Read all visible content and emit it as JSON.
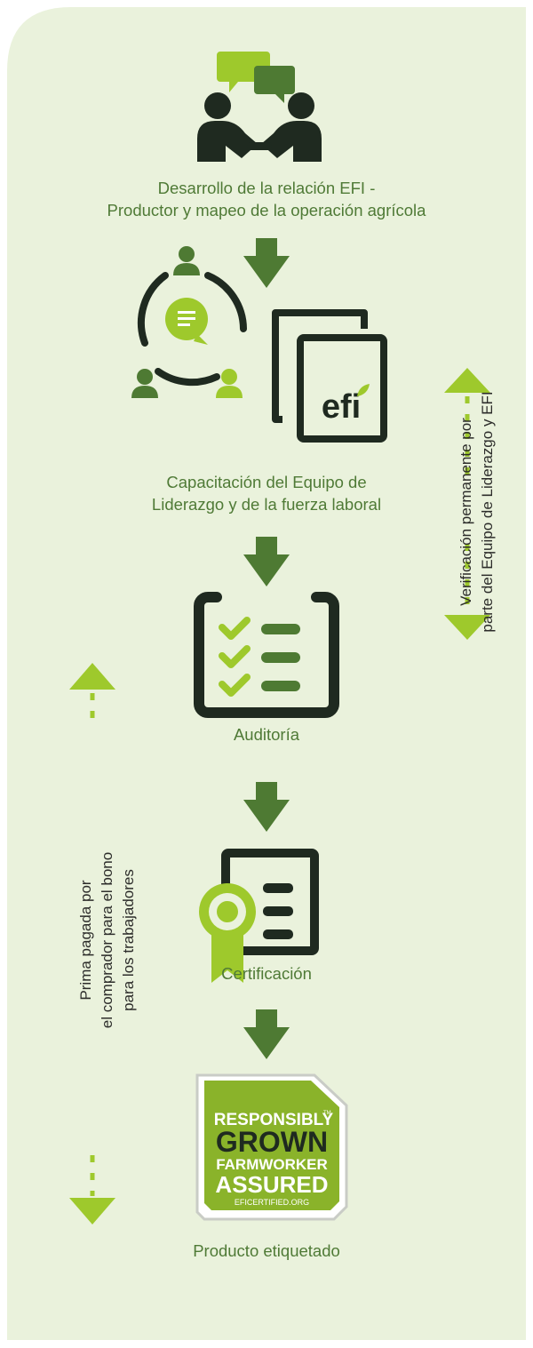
{
  "colors": {
    "background": "#eaf2dc",
    "dark_green": "#4e7a33",
    "lime": "#9ec92c",
    "icon_dark": "#1f2a20",
    "label_text": "#4f7a36",
    "side_text": "#2c2c2a"
  },
  "steps": [
    {
      "icon": "handshake-icon",
      "label_lines": [
        "Desarrollo de la relación EFI -",
        "Productor y mapeo de la operación agrícola"
      ]
    },
    {
      "icon": "team-training-icon",
      "label_lines": [
        "Capacitación del Equipo de",
        "Liderazgo y de la fuerza laboral"
      ]
    },
    {
      "icon": "checklist-icon",
      "label_lines": [
        "Auditoría"
      ]
    },
    {
      "icon": "certificate-icon",
      "label_lines": [
        "Certificación"
      ]
    },
    {
      "icon": "responsibly-grown-seal-icon",
      "label_lines": [
        "Producto etiquetado"
      ]
    }
  ],
  "documents_logo": "efi",
  "seal": {
    "line1": "RESPONSIBLY",
    "trademark": "TM",
    "line2": "GROWN",
    "line3": "FARMWORKER",
    "line4": "ASSURED",
    "line5": "EFICERTIFIED.ORG"
  },
  "side_notes": {
    "right_lines": [
      "Verificación permanente por",
      "parte del Equipo de Liderazgo y EFI"
    ],
    "left_lines": [
      "Prima pagada por",
      "el comprador para el bono",
      "para los trabajadores"
    ]
  }
}
